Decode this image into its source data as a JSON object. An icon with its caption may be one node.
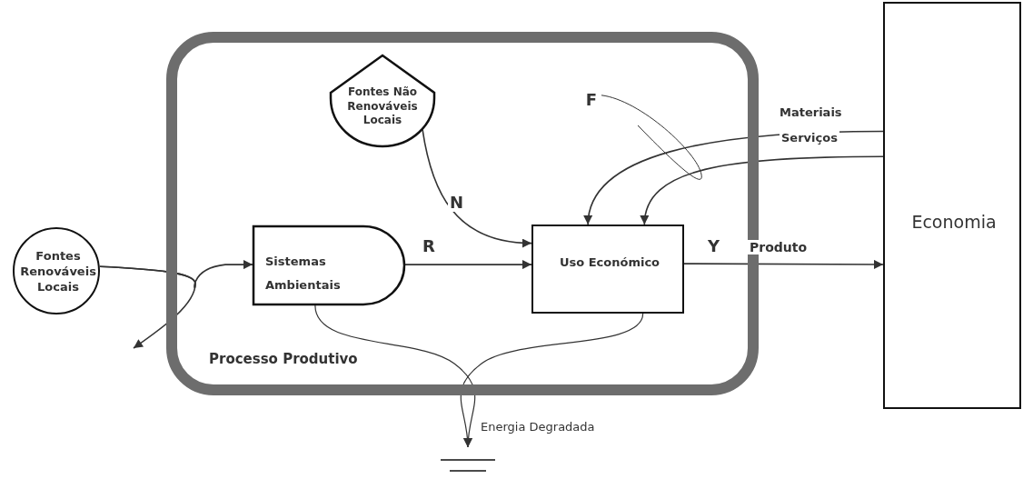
{
  "diagram": {
    "nodes": [
      {
        "text": [
          "Processo Produtivo"
        ]
      },
      {
        "text": [
          "Fontes Renováveis Locais"
        ]
      },
      {
        "text": [
          "Fontes Não Renováveis Locais"
        ],
        "in": 0
      },
      {
        "text": [
          "Sistemas Ambientais"
        ],
        "in": 0
      },
      {
        "text": [
          "Uso Económico"
        ],
        "in": 0
      },
      {
        "text": [
          "Economia"
        ]
      },
      {
        "text": [],
        "shape": "ground"
      },
      {
        "text": [
          "F"
        ],
        "in": 0
      }
    ],
    "edges": [
      {
        "from": 1,
        "to": 3,
        "arrow": "to"
      },
      {
        "from": 1,
        "to": null,
        "arrow": "to"
      },
      {
        "from": 2,
        "to": 4,
        "arrow": "to",
        "label": "N"
      },
      {
        "from": 3,
        "to": 4,
        "arrow": "to",
        "label": "R"
      },
      {
        "from": 5,
        "to": 4,
        "arrow": "to",
        "label": "Materiais"
      },
      {
        "from": 5,
        "to": 4,
        "arrow": "to",
        "label": "Serviços"
      },
      {
        "from": 4,
        "to": 5,
        "arrow": "to",
        "label": "Y"
      },
      {
        "from": 3,
        "to": 6,
        "arrow": "to"
      },
      {
        "from": 4,
        "to": 6,
        "arrow": "to"
      },
      {
        "from": 7,
        "to": null,
        "arrow": "none"
      }
    ],
    "labels": [
      "Produto",
      "Energia Degradada"
    ]
  }
}
